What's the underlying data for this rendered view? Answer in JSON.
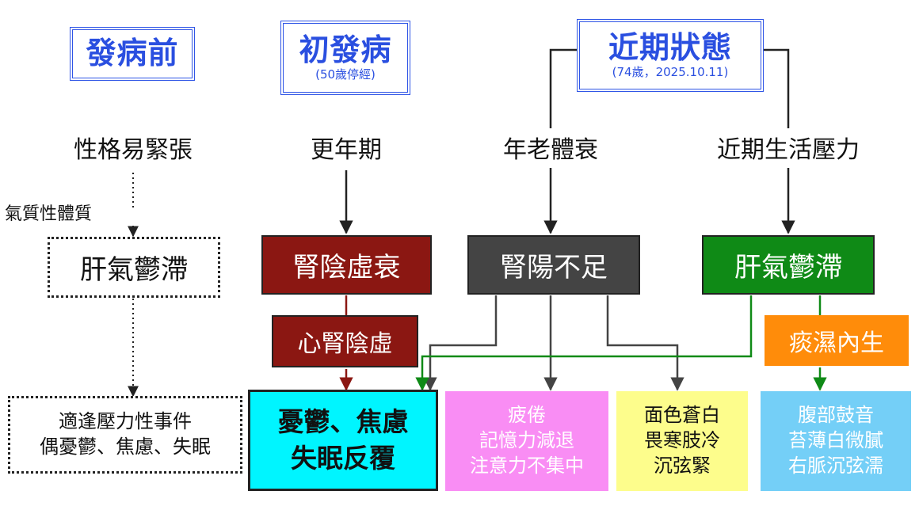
{
  "stages": {
    "before": {
      "title": "發病前"
    },
    "onset": {
      "title": "初發病",
      "sub": "(50歲停經)"
    },
    "recent": {
      "title": "近期狀態",
      "sub": "(74歲，2025.10.11)"
    }
  },
  "factors": {
    "personality": "性格易緊張",
    "temperament": "氣質性體質",
    "menopause": "更年期",
    "aging": "年老體衰",
    "stress": "近期生活壓力"
  },
  "nodes": {
    "liver_qi_before": "肝氣鬱滯",
    "kidney_yin": "腎陰虛衰",
    "heart_kidney_yin": "心腎陰虛",
    "kidney_yang": "腎陽不足",
    "liver_qi_recent": "肝氣鬱滯",
    "phlegm_damp": "痰濕內生"
  },
  "outcomes": {
    "stress_events": [
      "適逢壓力性事件",
      "偶憂鬱、焦慮、失眠"
    ],
    "mood": [
      "憂鬱、焦慮",
      "失眠反覆"
    ],
    "fatigue": [
      "疲倦",
      "記憶力減退",
      "注意力不集中"
    ],
    "cold": [
      "面色蒼白",
      "畏寒肢冷",
      "沉弦緊"
    ],
    "abdomen": [
      "腹部鼓音",
      "苔薄白微膩",
      "右脈沉弦濡"
    ]
  },
  "colors": {
    "stage_blue": "#2f55e6",
    "kidney_yin_red": "#8b1712",
    "kidney_yang_gray": "#444444",
    "liver_green": "#0f8a16",
    "phlegm_orange": "#ff8c0a",
    "mood_cyan": "#00f5ff",
    "fatigue_pink": "#f98df4",
    "cold_yellow": "#fdfd8c",
    "abdomen_blue": "#74cff7"
  }
}
